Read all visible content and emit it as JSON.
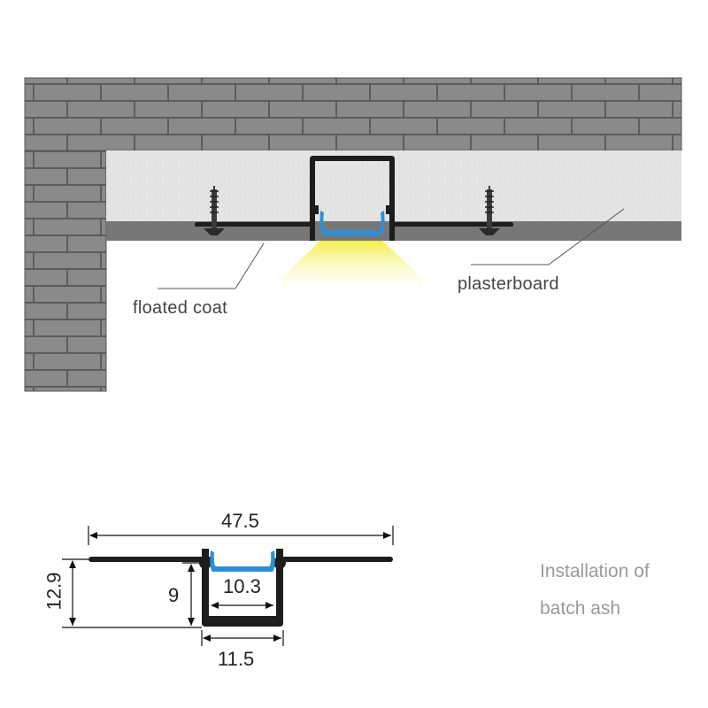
{
  "callouts": {
    "floated_coat": "floated coat",
    "plasterboard": "plasterboard"
  },
  "dimensions": {
    "overall_width": "47.5",
    "overall_height": "12.9",
    "inner_depth": "9",
    "inner_width": "10.3",
    "outer_width": "11.5"
  },
  "note": {
    "line1": "Installation of",
    "line2": "batch ash"
  },
  "colors": {
    "brick": "#8a8a8a",
    "mortar": "#5c5c5c",
    "plaster": "#e4e4e4",
    "floated_coat_layer": "#777777",
    "profile": "#1d1d1d",
    "diffuser": "#2d8fd6",
    "light": "#f6f06a"
  }
}
